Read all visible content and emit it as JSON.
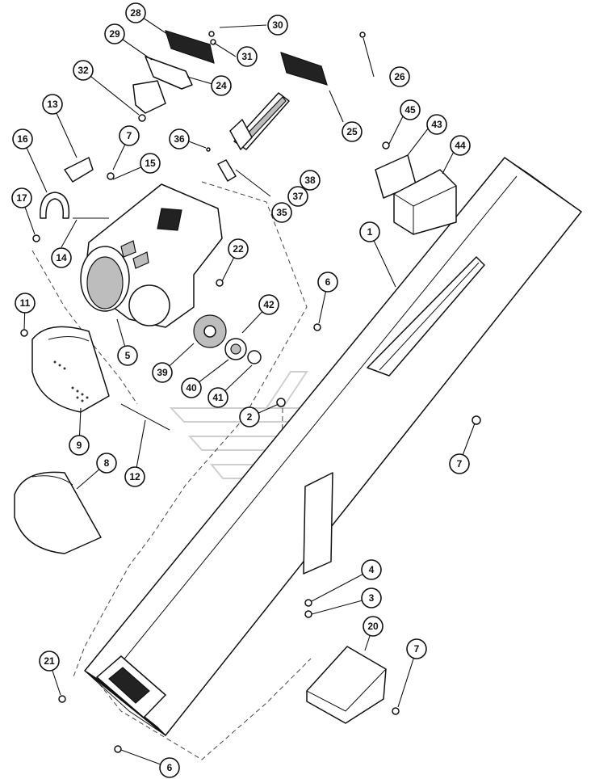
{
  "callouts": [
    {
      "id": "28",
      "label": "28"
    },
    {
      "id": "30",
      "label": "30"
    },
    {
      "id": "29",
      "label": "29"
    },
    {
      "id": "31",
      "label": "31"
    },
    {
      "id": "26",
      "label": "26"
    },
    {
      "id": "32",
      "label": "32"
    },
    {
      "id": "24",
      "label": "24"
    },
    {
      "id": "13",
      "label": "13"
    },
    {
      "id": "45",
      "label": "45"
    },
    {
      "id": "43",
      "label": "43"
    },
    {
      "id": "25",
      "label": "25"
    },
    {
      "id": "16",
      "label": "16"
    },
    {
      "id": "7a",
      "label": "7"
    },
    {
      "id": "36",
      "label": "36"
    },
    {
      "id": "44",
      "label": "44"
    },
    {
      "id": "15",
      "label": "15"
    },
    {
      "id": "38",
      "label": "38"
    },
    {
      "id": "17",
      "label": "17"
    },
    {
      "id": "37",
      "label": "37"
    },
    {
      "id": "35",
      "label": "35"
    },
    {
      "id": "1",
      "label": "1"
    },
    {
      "id": "14",
      "label": "14"
    },
    {
      "id": "22",
      "label": "22"
    },
    {
      "id": "6a",
      "label": "6"
    },
    {
      "id": "11",
      "label": "11"
    },
    {
      "id": "42",
      "label": "42"
    },
    {
      "id": "5",
      "label": "5"
    },
    {
      "id": "39",
      "label": "39"
    },
    {
      "id": "40",
      "label": "40"
    },
    {
      "id": "41",
      "label": "41"
    },
    {
      "id": "2",
      "label": "2"
    },
    {
      "id": "9",
      "label": "9"
    },
    {
      "id": "12",
      "label": "12"
    },
    {
      "id": "7b",
      "label": "7"
    },
    {
      "id": "8",
      "label": "8"
    },
    {
      "id": "4",
      "label": "4"
    },
    {
      "id": "3",
      "label": "3"
    },
    {
      "id": "20",
      "label": "20"
    },
    {
      "id": "21",
      "label": "21"
    },
    {
      "id": "7c",
      "label": "7"
    },
    {
      "id": "6b",
      "label": "6"
    }
  ]
}
